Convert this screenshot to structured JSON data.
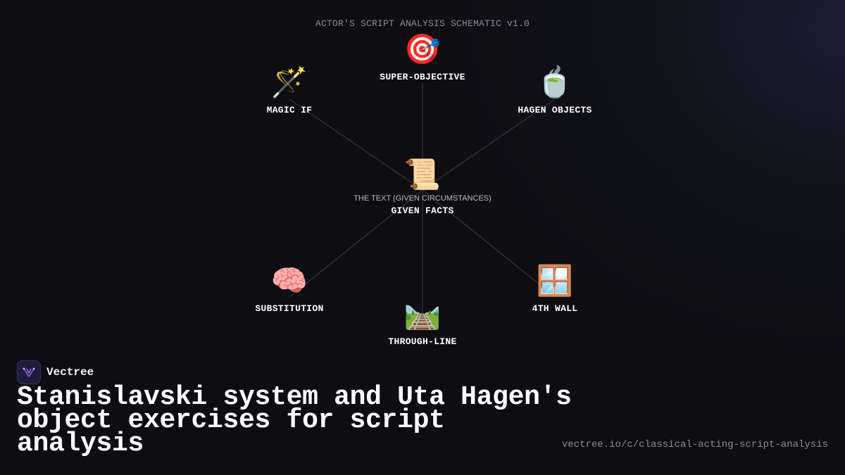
{
  "diagram": {
    "title": "ACTOR'S SCRIPT ANALYSIS SCHEMATIC v1.0",
    "center": {
      "icon": "scroll-icon",
      "emoji": "📜",
      "sublabel": "THE TEXT (GIVEN CIRCUMSTANCES)",
      "label": "GIVEN FACTS"
    },
    "nodes": [
      {
        "id": "super-objective",
        "icon": "target-icon",
        "emoji": "🎯",
        "label": "SUPER-OBJECTIVE"
      },
      {
        "id": "hagen-objects",
        "icon": "teacup-icon",
        "emoji": "🍵",
        "label": "HAGEN OBJECTS"
      },
      {
        "id": "4th-wall",
        "icon": "window-icon",
        "emoji": "🪟",
        "label": "4TH WALL"
      },
      {
        "id": "through-line",
        "icon": "railway-track-icon",
        "emoji": "🛤️",
        "label": "THROUGH-LINE"
      },
      {
        "id": "substitution",
        "icon": "brain-icon",
        "emoji": "🧠",
        "label": "SUBSTITUTION"
      },
      {
        "id": "magic-if",
        "icon": "magic-wand-icon",
        "emoji": "🪄",
        "label": "MAGIC IF"
      }
    ]
  },
  "brand": {
    "name": "Vectree",
    "logo_icon": "vectree-logo-icon",
    "accent": "#8b5cf6"
  },
  "headline": "Stanislavski system and Uta Hagen's object exercises for script analysis",
  "url": "vectree.io/c/classical-acting-script-analysis",
  "colors": {
    "background": "#0e0e12",
    "connector": "#3a3a42",
    "muted_text": "#8a8a93"
  }
}
